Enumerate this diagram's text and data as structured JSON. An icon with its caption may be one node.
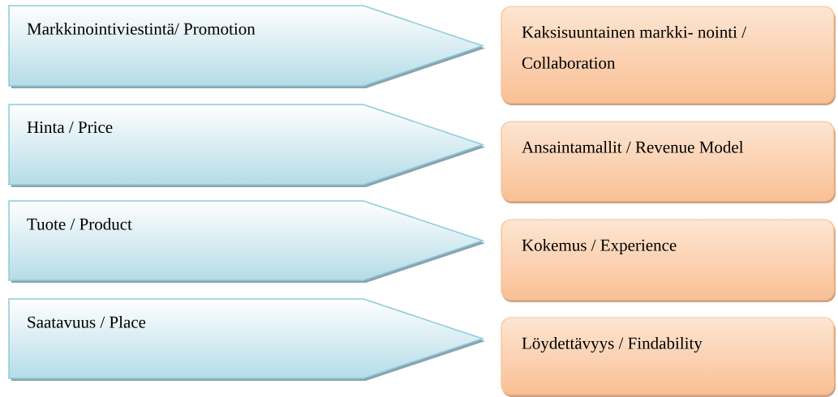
{
  "diagram": {
    "nodes": [
      {
        "text": [
          "Markkinointiviestintä/ Promotion"
        ]
      },
      {
        "text": [
          "Hinta / Price"
        ]
      },
      {
        "text": [
          "Tuote / Product"
        ]
      },
      {
        "text": [
          "Saatavuus / Place"
        ]
      },
      {
        "text": [
          "Kaksisuuntainen markki- nointi / Collaboration"
        ]
      },
      {
        "text": [
          "Ansaintamallit / Revenue Model"
        ]
      },
      {
        "text": [
          "Kokemus / Experience"
        ]
      },
      {
        "text": [
          "Löydettävyys / Findability"
        ]
      }
    ]
  }
}
